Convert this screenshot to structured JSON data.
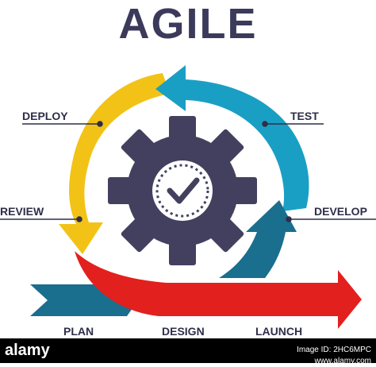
{
  "title": "AGILE",
  "labels": {
    "deploy": "DEPLOY",
    "test": "TEST",
    "review": "REVIEW",
    "develop": "DEVELOP",
    "plan": "PLAN",
    "design": "DESIGN",
    "launch": "LAUNCH"
  },
  "footer": {
    "brand": "alamy",
    "image_id_line": "Image ID: 2HC6MPC",
    "site": "www.alamy.com"
  },
  "colors": {
    "title": "#3b3a5a",
    "yellow": "#f2c316",
    "teal": "#1a9fc4",
    "dark_teal": "#1a6e8e",
    "red": "#e2201d",
    "gear": "#43405f",
    "label": "#2f2e4a"
  },
  "icons": {
    "center": "gear-with-checkmark-icon"
  }
}
